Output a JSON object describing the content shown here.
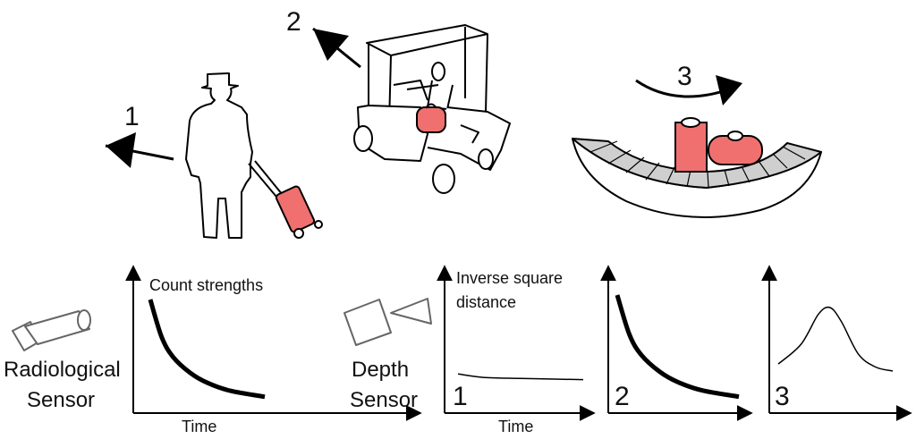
{
  "scenarios": [
    {
      "number": "1",
      "subject": "person walking with rolling suitcase"
    },
    {
      "number": "2",
      "subject": "luggage cart with bag"
    },
    {
      "number": "3",
      "subject": "baggage carousel with suitcases"
    }
  ],
  "sensors": {
    "radiological": {
      "line1": "Radiological",
      "line2": "Sensor",
      "icon": "radiological-sensor-icon"
    },
    "depth": {
      "line1": "Depth",
      "line2": "Sensor",
      "icon": "depth-camera-icon"
    }
  },
  "plots": {
    "count": {
      "ylabel": "Count strengths",
      "xlabel": "Time"
    },
    "depth1": {
      "ylabel_line1": "Inverse square",
      "ylabel_line2": "distance",
      "xlabel": "Time",
      "number": "1"
    },
    "depth2": {
      "number": "2"
    },
    "depth3": {
      "number": "3"
    }
  },
  "colors": {
    "luggage": "#f07070",
    "line": "#000000",
    "belt": "#cfcfcf"
  },
  "chart_data": [
    {
      "type": "line",
      "name": "count",
      "shape": "decay",
      "points": [
        [
          0,
          1.0
        ],
        [
          0.1,
          0.62
        ],
        [
          0.2,
          0.42
        ],
        [
          0.35,
          0.26
        ],
        [
          0.5,
          0.16
        ],
        [
          0.7,
          0.08
        ],
        [
          1.0,
          0.02
        ]
      ]
    },
    {
      "type": "line",
      "name": "depth1",
      "shape": "flat",
      "points": [
        [
          0,
          0.22
        ],
        [
          0.2,
          0.19
        ],
        [
          0.5,
          0.18
        ],
        [
          1.0,
          0.17
        ]
      ]
    },
    {
      "type": "line",
      "name": "depth2",
      "shape": "decay",
      "points": [
        [
          0,
          1.0
        ],
        [
          0.1,
          0.62
        ],
        [
          0.2,
          0.42
        ],
        [
          0.35,
          0.26
        ],
        [
          0.5,
          0.16
        ],
        [
          0.7,
          0.08
        ],
        [
          1.0,
          0.02
        ]
      ]
    },
    {
      "type": "line",
      "name": "depth3",
      "shape": "peak",
      "points": [
        [
          0,
          0.35
        ],
        [
          0.2,
          0.55
        ],
        [
          0.35,
          0.85
        ],
        [
          0.45,
          0.92
        ],
        [
          0.55,
          0.78
        ],
        [
          0.7,
          0.45
        ],
        [
          0.85,
          0.32
        ],
        [
          1.0,
          0.28
        ]
      ]
    }
  ]
}
